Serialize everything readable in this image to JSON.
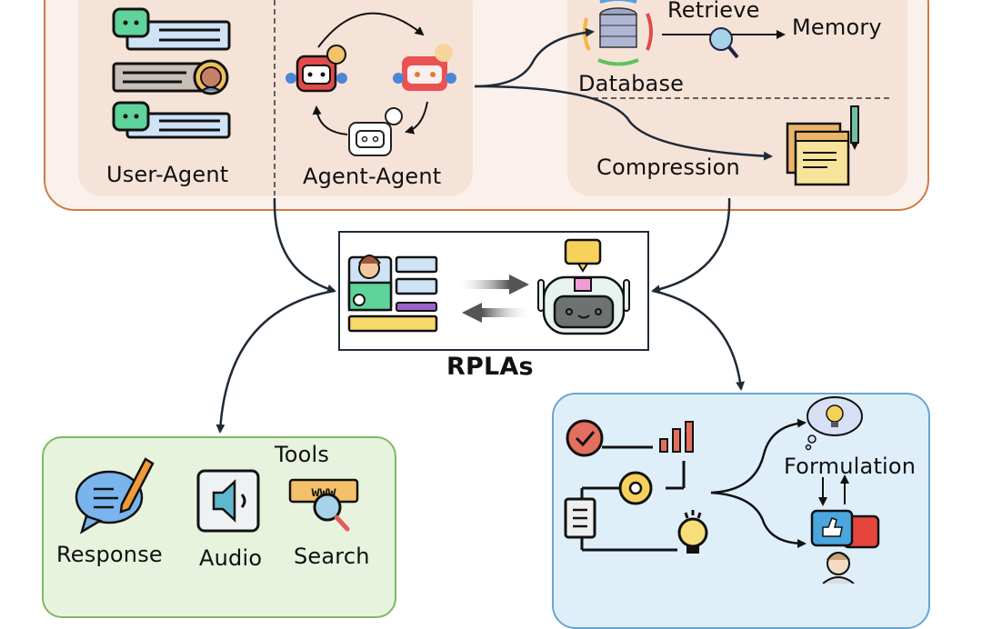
{
  "top_section": {
    "user_agent_label": "User-Agent",
    "agent_agent_label": "Agent-Agent",
    "database_label": "Database",
    "retrieve_label": "Retrieve",
    "memory_label": "Memory",
    "compression_label": "Compression"
  },
  "center": {
    "title": "RPLAs"
  },
  "tools_section": {
    "title": "Tools",
    "items": [
      {
        "label": "Response",
        "icon": "chat-pencil-icon"
      },
      {
        "label": "Audio",
        "icon": "speaker-icon"
      },
      {
        "label": "Search",
        "icon": "web-search-icon"
      }
    ]
  },
  "right_section": {
    "formulation_label": "Formulation"
  },
  "colors": {
    "top_border": "#d07a45",
    "tools_border": "#7fb865",
    "right_border": "#6aa6cf",
    "connector": "#1f2a36"
  }
}
